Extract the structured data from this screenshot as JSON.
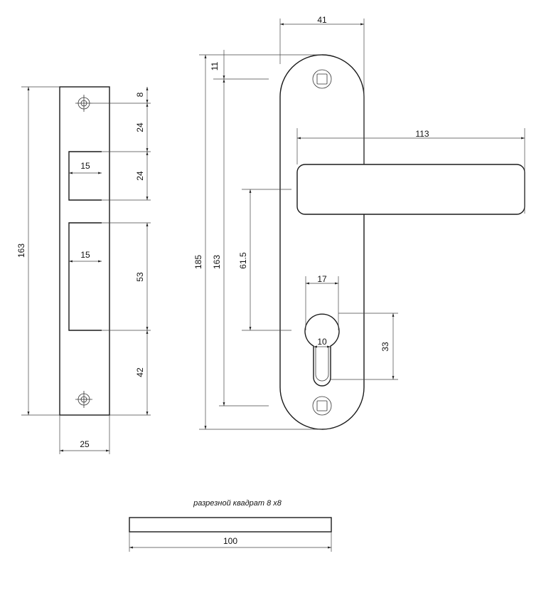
{
  "strike_plate": {
    "height": "163",
    "width": "25",
    "top_offset": "8",
    "gap_upper": "24",
    "window_upper_height": "24",
    "window_upper_width": "15",
    "window_lower_width": "15",
    "window_lower_height": "53",
    "bottom_offset": "42"
  },
  "escutcheon": {
    "width": "41",
    "top_offset": "11",
    "overall_height": "185",
    "screw_spacing": "163",
    "lever_to_key": "61.5",
    "lever_length": "113",
    "keyhole_width": "17",
    "keyhole_slot": "10",
    "keyhole_height": "33"
  },
  "spindle": {
    "caption": "разрезной квадрат 8 х8",
    "length": "100"
  }
}
